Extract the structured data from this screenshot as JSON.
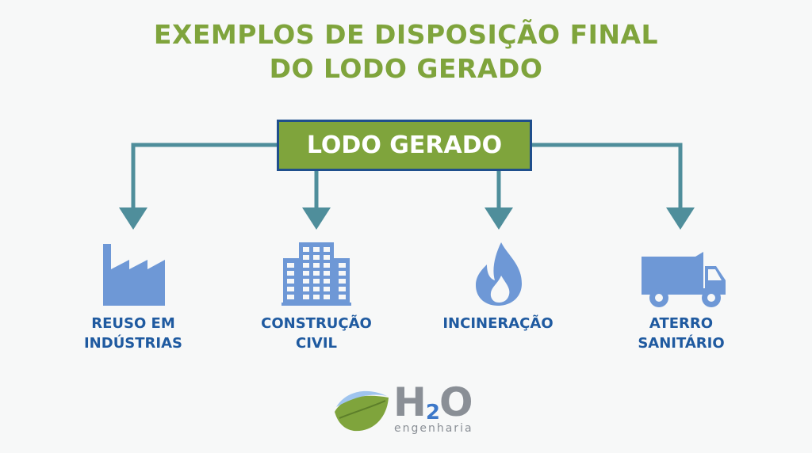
{
  "title": {
    "line1": "EXEMPLOS DE DISPOSIÇÃO FINAL",
    "line2": "DO LODO GERADO"
  },
  "root": {
    "label": "LODO GERADO"
  },
  "nodes": [
    {
      "line1": "REUSO EM",
      "line2": "INDÚSTRIAS",
      "icon": "factory-icon"
    },
    {
      "line1": "CONSTRUÇÃO",
      "line2": "CIVIL",
      "icon": "building-icon"
    },
    {
      "line1": "INCINERAÇÃO",
      "line2": "",
      "icon": "flame-icon"
    },
    {
      "line1": "ATERRO",
      "line2": "SANITÁRIO",
      "icon": "dump-truck-icon"
    }
  ],
  "logo": {
    "brand_h": "H",
    "brand_sub": "2",
    "brand_o": "O",
    "tagline": "engenharia",
    "icon": "leaf-logo-icon"
  },
  "colors": {
    "title_green": "#7fa43c",
    "box_green": "#7fa43c",
    "box_border": "#1f4f8c",
    "connector_teal": "#4f8e9b",
    "icon_blue": "#6e98d6",
    "label_blue": "#1f5aa0"
  }
}
